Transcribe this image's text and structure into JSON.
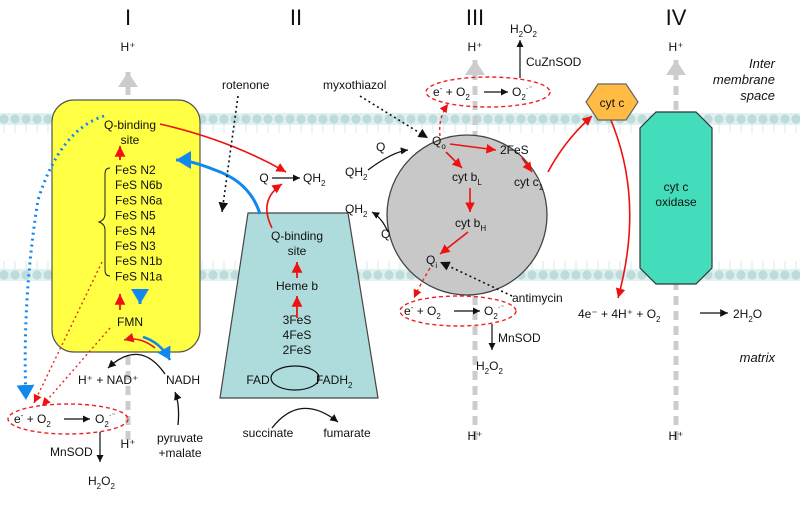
{
  "complexes": {
    "c1": "I",
    "c2": "II",
    "c3": "III",
    "c4": "IV"
  },
  "regions": {
    "ims_1": "Inter",
    "ims_2": "membrane",
    "ims_3": "space",
    "matrix": "matrix"
  },
  "complex_I": {
    "q_binding_1": "Q-binding",
    "q_binding_2": "site",
    "fes": [
      "FeS N2",
      "FeS N6b",
      "FeS N6a",
      "FeS N5",
      "FeS N4",
      "FeS N3",
      "FeS N1b",
      "FeS N1a"
    ],
    "fmn": "FMN",
    "nad": "H⁺ + NAD⁺",
    "nadh": "NADH",
    "pyruvate_1": "pyruvate",
    "pyruvate_2": "+malate",
    "colors": {
      "fill": "#ffff44",
      "stroke": "#555555"
    }
  },
  "complex_II": {
    "q_binding_1": "Q-binding",
    "q_binding_2": "site",
    "heme": "Heme b",
    "fes": [
      "3FeS",
      "4FeS",
      "2FeS"
    ],
    "fad": "FAD",
    "fadh": "FADH",
    "fadh_sub": "2",
    "succinate": "succinate",
    "fumarate": "fumarate",
    "colors": {
      "fill": "#aedcdc",
      "stroke": "#444444"
    }
  },
  "complex_III": {
    "qo": "Q",
    "qo_sub": "o",
    "fes2": "2FeS",
    "cytbl": "cyt b",
    "cytbl_sub": "L",
    "cytbh": "cyt b",
    "cytbh_sub": "H",
    "cytc1": "cyt c",
    "cytc1_sub": "1",
    "qi": "Q",
    "qi_sub": "i",
    "q_top": "Q",
    "qh2_top": "QH",
    "qh2_top_sub": "2",
    "qh2_bot": "QH",
    "qh2_bot_sub": "2",
    "q_bot": "Q",
    "colors": {
      "fill": "#c8c8c8",
      "stroke": "#444444"
    }
  },
  "complex_IV": {
    "label_1": "cyt c",
    "label_2": "oxidase",
    "reaction": "4e⁻ + 4H⁺ + O",
    "reaction_sub": "2",
    "product": "2H",
    "product_sub": "2",
    "product_tail": "O",
    "colors": {
      "fill": "#44ddbb",
      "stroke": "#333333"
    }
  },
  "cytc": {
    "label": "cyt c",
    "colors": {
      "fill": "#ffbb44",
      "stroke": "#666666"
    }
  },
  "q_pool": {
    "q": "Q",
    "qh2": "QH",
    "qh2_sub": "2"
  },
  "inhibitors": {
    "rotenone": "rotenone",
    "myxothiazol": "myxothiazol",
    "antimycin": "antimycin"
  },
  "ros": {
    "e": "e",
    "o2": "O",
    "o2_sub": "2",
    "superoxide": "O",
    "superoxide_sub": "2",
    "superoxide_sup": "·⁻",
    "h2o2": "H",
    "h2o2_sub1": "2",
    "h2o2_tail": "O",
    "h2o2_sub2": "2",
    "mnsod": "MnSOD",
    "cuznsod": "CuZnSOD"
  },
  "protons": {
    "h": "H⁺"
  },
  "colors": {
    "membrane": "#bcdcdc",
    "arrow_red": "#ee1111",
    "arrow_blue": "#1188ee",
    "dashed_red": "#ee2222",
    "proton_arrow": "#cccccc"
  }
}
